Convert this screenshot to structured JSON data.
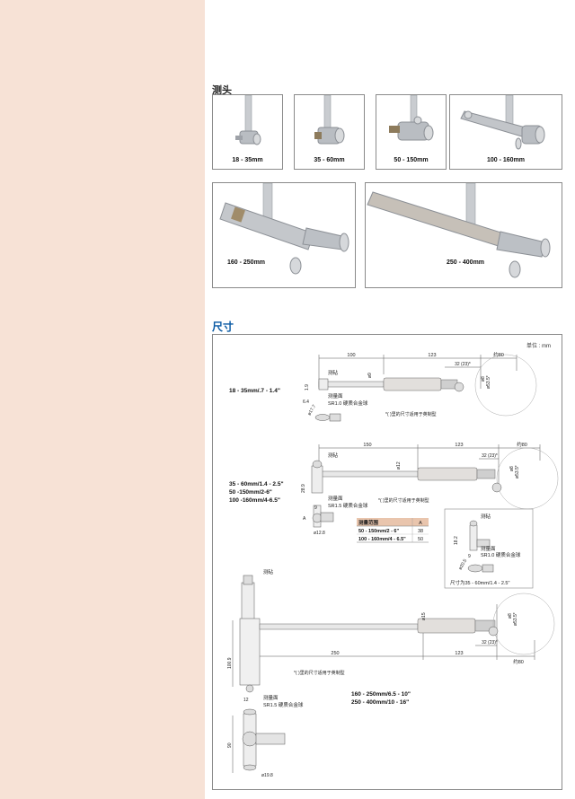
{
  "section_heads": {
    "heads_title": "测头",
    "dimensions_title": "尺寸"
  },
  "heads": [
    {
      "label": "18 - 35mm"
    },
    {
      "label": "35 - 60mm"
    },
    {
      "label": "50 - 150mm"
    },
    {
      "label": "100 - 160mm"
    },
    {
      "label": "160 - 250mm"
    },
    {
      "label": "250 - 400mm"
    }
  ],
  "dims": {
    "unit": "单位 : mm",
    "d1": {
      "range": "18 - 35mm/.7 - 1.4\"",
      "l100": "100",
      "l123": "123",
      "l80": "约80",
      "l32": "32 (23)*",
      "phi9": "ø9",
      "phi8": "ø8",
      "phi53": "ø53.5*",
      "n19": "1.9",
      "n64": "6.4",
      "n177": "ø17.7",
      "anvil": "测砧",
      "contact": "测量面",
      "contact_spec": "SR1.0 硬质合金球",
      "note": "*( )里的尺寸适用于英制型"
    },
    "d2": {
      "range1": "35 - 60mm/1.4 - 2.5\"",
      "range2": "50 -150mm/2-6\"",
      "range3": "100 -160mm/4-6.5\"",
      "l150": "150",
      "l123": "123",
      "l80": "约80",
      "l32": "32 (23)*",
      "phi12": "ø12",
      "phi8": "ø8",
      "phi53": "ø53.5*",
      "n289": "28.9",
      "n9": "9",
      "nA": "A",
      "n128": "ø12.8",
      "anvil": "测砧",
      "contact": "测量面",
      "contact_spec": "SR1.5 硬质合金球",
      "note": "*( )里的尺寸适用于英制型",
      "table_h1": "测量范围",
      "table_h2": "A",
      "r1c1": "50 - 150mm/2 - 6\"",
      "r1c2": "38",
      "r2c1": "100 - 160mm/4 - 6.5\"",
      "r2c2": "50",
      "inset_anvil": "测砧",
      "inset_182": "18.2",
      "inset_9": "9",
      "inset_contact": "测量面",
      "inset_spec": "SR1.0 硬质合金球",
      "inset_phi": "ø20.5",
      "inset_caption": "尺寸为35 - 60mm/1.4 - 2.5\""
    },
    "d3": {
      "range1": "160 - 250mm/6.5 - 10\"",
      "range2": "250 - 400mm/10 - 16\"",
      "l250": "250",
      "l123": "123",
      "l80": "约80",
      "l32": "32 (23)*",
      "phi15": "ø15",
      "phi8": "ø8",
      "phi53": "ø53.5*",
      "n1009": "100.9",
      "n12": "12",
      "n90": "90",
      "n198": "ø19.8",
      "anvil": "测砧",
      "contact": "测量面",
      "contact_spec": "SR1.5 硬质合金球",
      "note": "*( )里的尺寸适用于英制型"
    }
  }
}
